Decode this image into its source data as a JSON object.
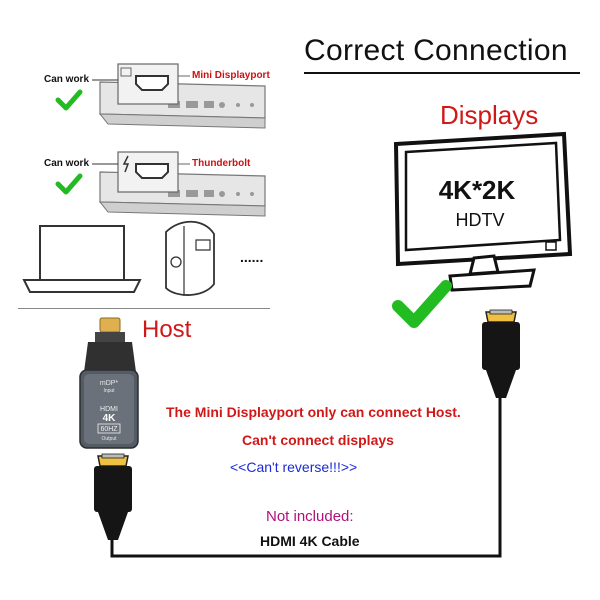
{
  "title": "Correct Connection",
  "row1": {
    "can_work": "Can work",
    "port_label": "Mini Displayport"
  },
  "row2": {
    "can_work": "Can work",
    "port_label": "Thunderbolt"
  },
  "ellipsis": "......",
  "monitor": {
    "heading": "Displays",
    "line1": "4K*2K",
    "line2": "HDTV"
  },
  "host_label": "Host",
  "adapter": {
    "line1": "mDP*",
    "line2": "Input",
    "line3": "HDMI",
    "line4": "4K",
    "line5": "60HZ",
    "line6": "Output"
  },
  "messages": {
    "host_only": "The Mini Displayport only can connect Host.",
    "no_displays": "Can't connect displays",
    "no_reverse": "<<Can't reverse!!!>>",
    "not_included": "Not included:",
    "cable": "HDMI 4K Cable"
  },
  "colors": {
    "red": "#d01818",
    "green": "#22bb22",
    "blue": "#1a2ad8",
    "magenta": "#b0107a"
  }
}
